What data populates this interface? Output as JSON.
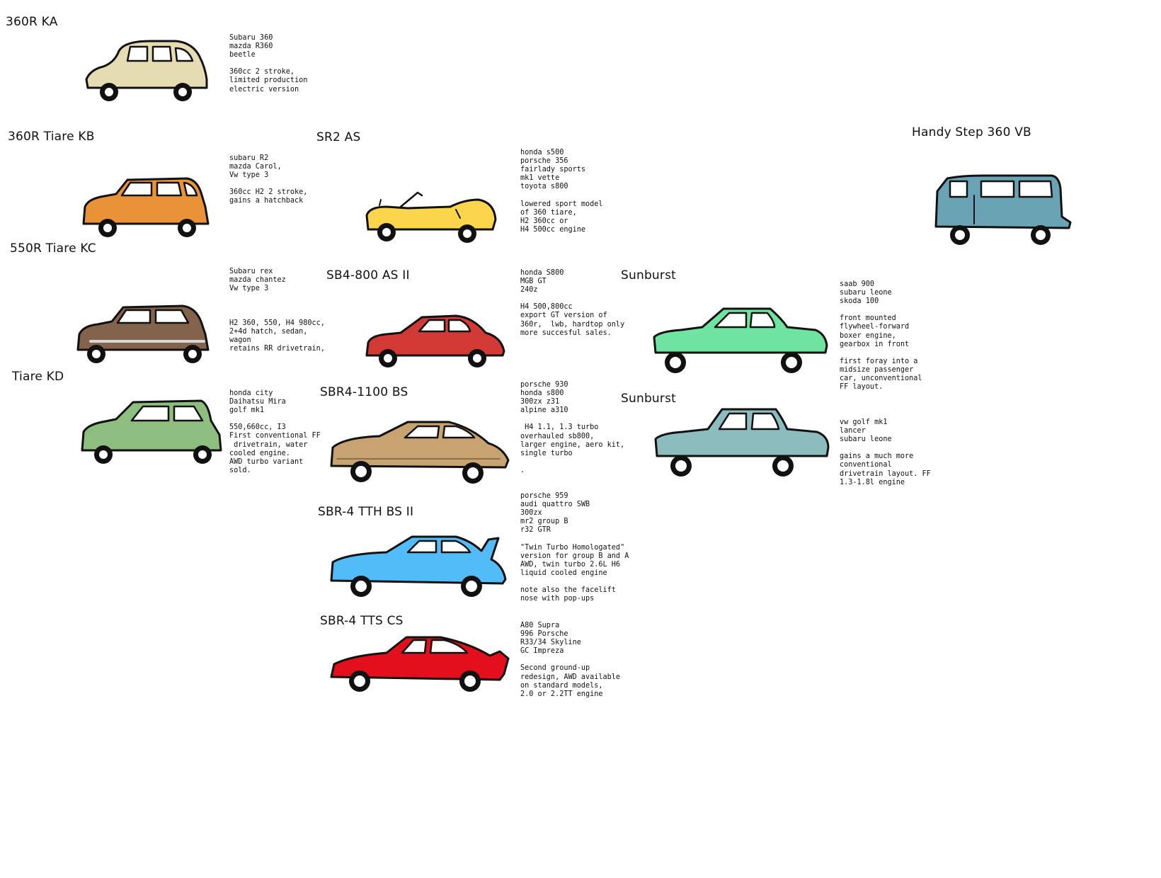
{
  "entries": [
    {
      "title": "360R KA",
      "notes": "Subaru 360\nmazda R360\nbeetle\n\n360cc 2 stroke,\nlimited production\nelectric version",
      "car_icon": "bubble-car-icon",
      "body_color": "#e6dcb2"
    },
    {
      "title": "360R Tiare KB",
      "notes": "subaru R2\nmazda Carol,\nVw type 3\n\n360cc H2 2 stroke,\ngains a hatchback",
      "car_icon": "hatchback-icon",
      "body_color": "#ea9238"
    },
    {
      "title": "550R Tiare KC",
      "notes": "Subaru rex\nmazda chantez\nVw type 3\n\n\n\nH2 360, 550, H4 980cc,\n2+4d hatch, sedan,\nwagon\nretains RR drivetrain,",
      "car_icon": "hatchback-icon",
      "body_color": "#83634b"
    },
    {
      "title": "Tiare KD",
      "notes": "honda city\nDaihatsu Mira\ngolf mk1\n\n550,660cc, I3\nFirst conventional FF\n drivetrain, water\ncooled engine.\nAWD turbo variant\nsold.",
      "car_icon": "hatchback-icon",
      "body_color": "#8dbd7f"
    },
    {
      "title": "SR2 AS",
      "notes": "honda s500\nporsche 356\nfairlady sports\nmk1 vette\ntoyota s800\n\nlowered sport model\nof 360 tiare,\nH2 360cc or\nH4 500cc engine",
      "car_icon": "roadster-icon",
      "body_color": "#fbd54c"
    },
    {
      "title": "SB4-800 AS II",
      "notes": "honda S800\nMGB GT\n240z\n\nH4 500,800cc\nexport GT version of\n360r,  lwb, hardtop only\nmore succesful sales.",
      "car_icon": "coupe-icon",
      "body_color": "#d23a35"
    },
    {
      "title": "SBR4-1100 BS",
      "notes": "porsche 930\nhonda s800\n300zx z31\nalpine a310\n\n H4 1.1, 1.3 turbo\noverhauled sb800,\nlarger engine, aero kit,\nsingle turbo\n\n.",
      "car_icon": "fastback-icon",
      "body_color": "#c7a371"
    },
    {
      "title": "SBR-4 TTH BS II",
      "notes": "porsche 959\naudi quattro SWB\n300zx\nmr2 group B\nr32 GTR\n\n\"Twin Turbo Homologated\"\nversion for group B and A\nAWD, twin turbo 2.6L H6\nliquid cooled engine\n\nnote also the facelift\nnose with pop-ups",
      "car_icon": "rally-car-icon",
      "body_color": "#52bcf8"
    },
    {
      "title": "SBR-4 TTS CS",
      "notes": "A80 Supra\n996 Porsche\nR33/34 Skyline\nGC Impreza\n\nSecond ground-up\nredesign, AWD available\non standard models,\n2.0 or 2.2TT engine",
      "car_icon": "sports-coupe-icon",
      "body_color": "#e40f1c"
    },
    {
      "title": "Sunburst",
      "notes": "saab 900\nsubaru leone\nskoda 100\n\nfront mounted\nflywheel-forward\nboxer engine,\ngearbox in front\n\nfirst foray into a\nmidsize passenger\ncar, unconventional\nFF layout.",
      "car_icon": "sedan-icon",
      "body_color": "#6fe3a0"
    },
    {
      "title": "Sunburst",
      "notes": "vw golf mk1\nlancer\nsubaru leone\n\ngains a much more\nconventional\ndrivetrain layout. FF\n1.3-1.8l engine",
      "car_icon": "sedan-icon",
      "body_color": "#8dbcbf"
    },
    {
      "title": "Handy Step 360 VB",
      "notes": "",
      "car_icon": "van-icon",
      "body_color": "#6aa3b3"
    }
  ]
}
